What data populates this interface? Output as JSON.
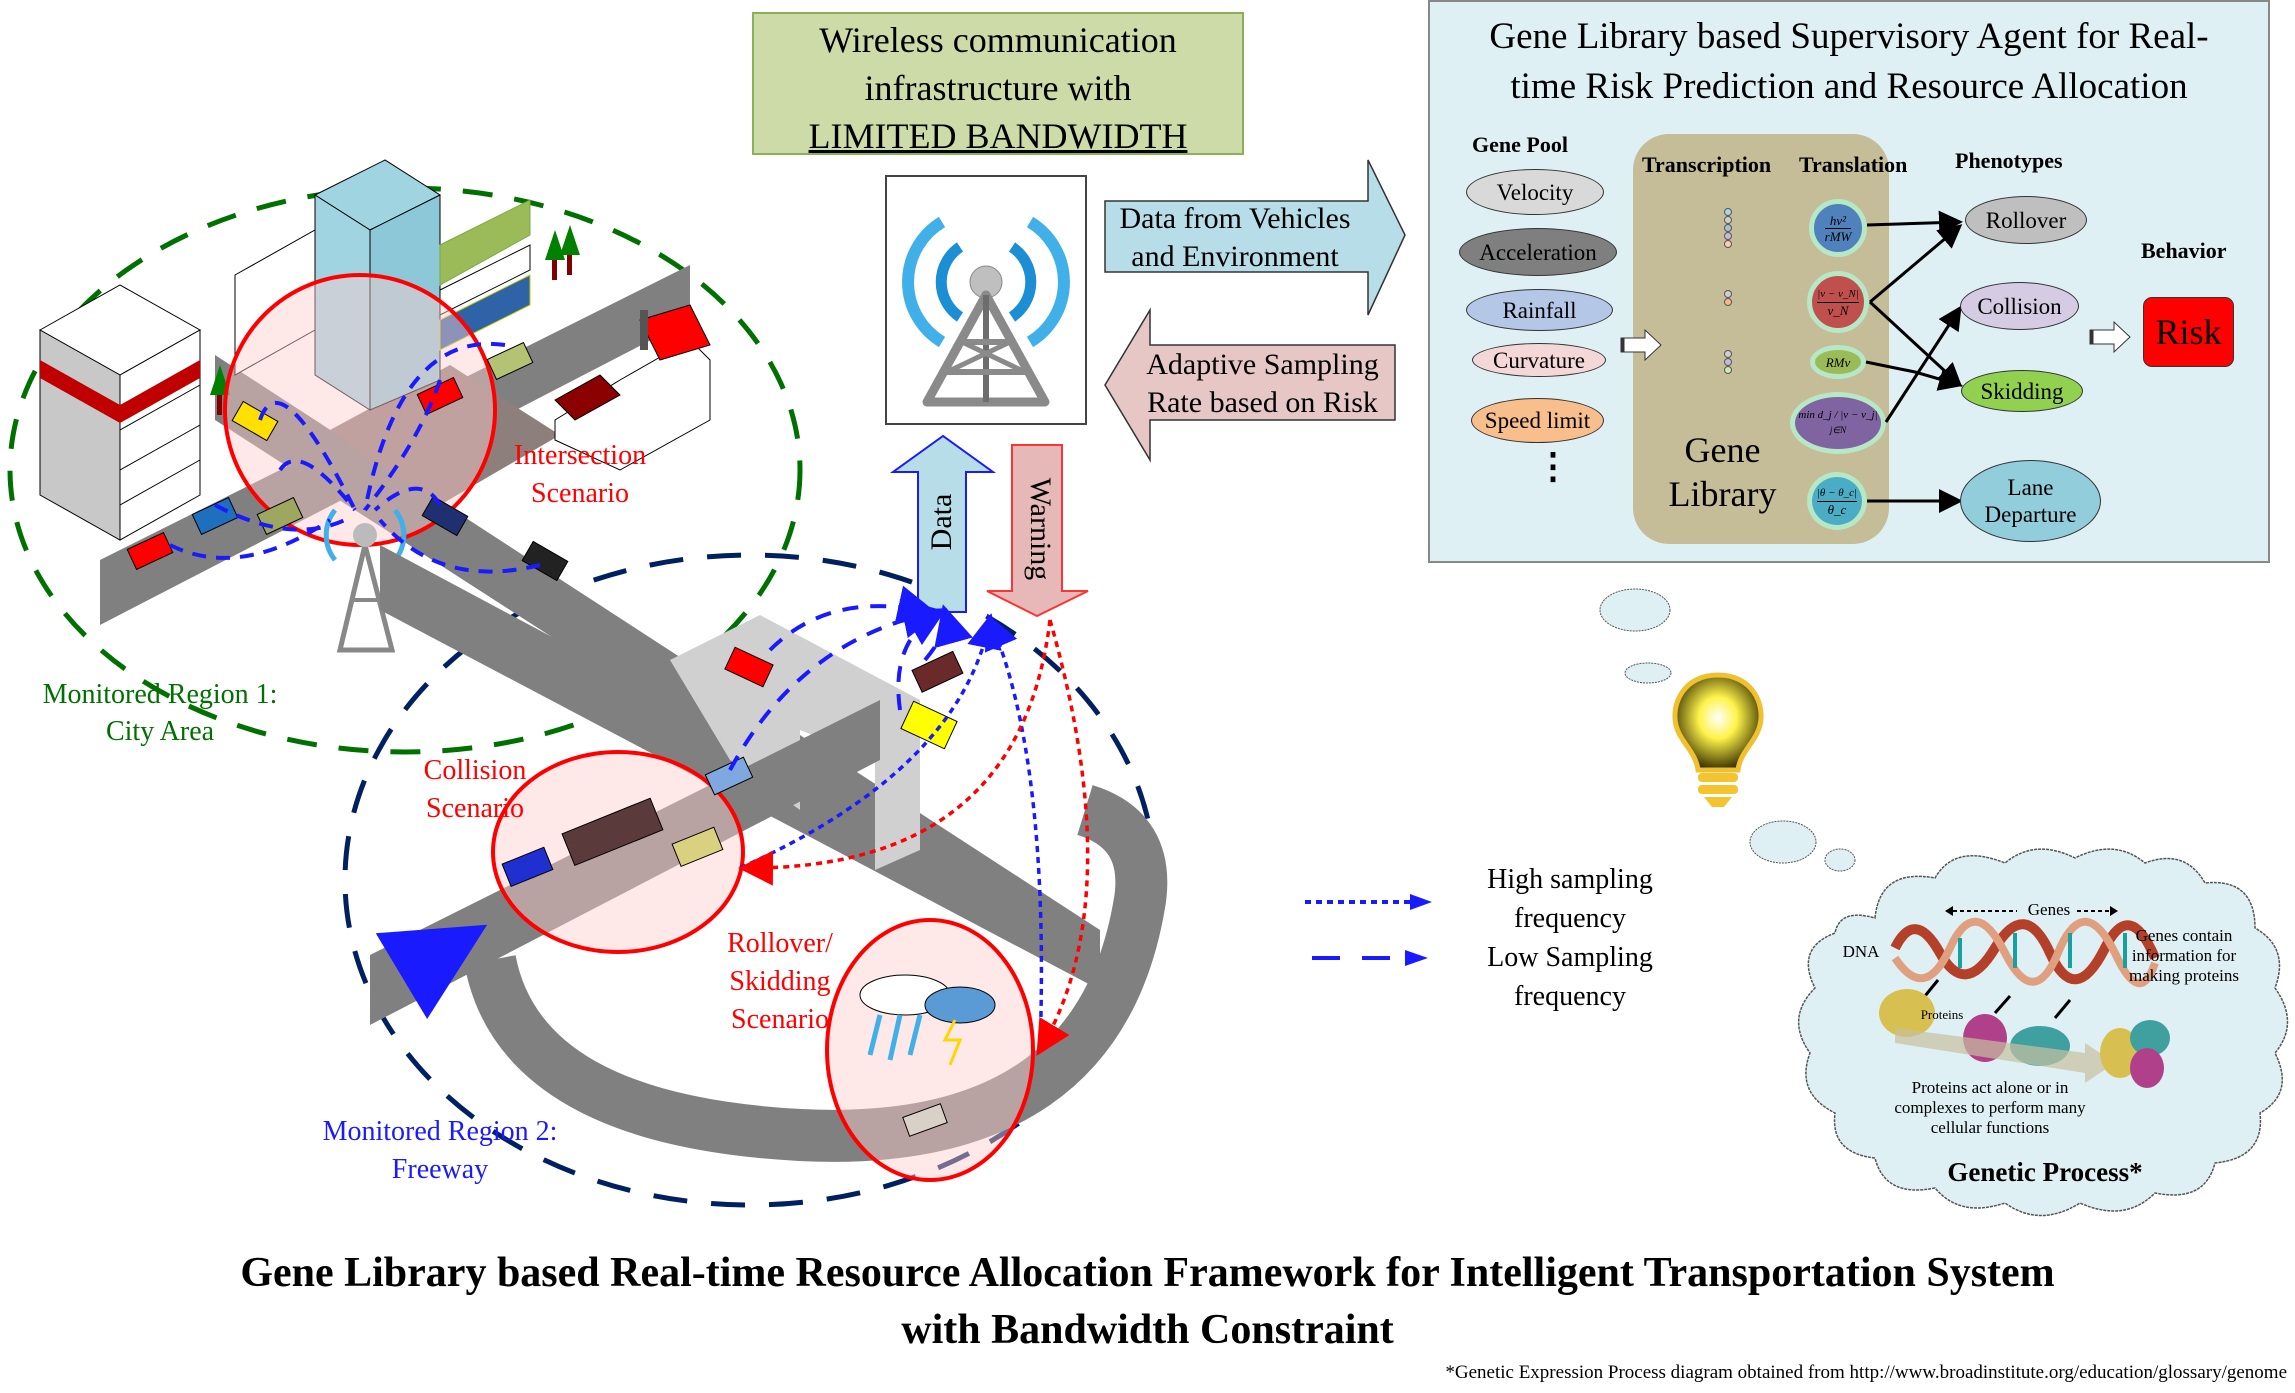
{
  "wireless": {
    "line1": "Wireless communication",
    "line2": "infrastructure with",
    "line3": "LIMITED BANDWIDTH"
  },
  "arrows": {
    "data_from_vehicles_line1": "Data from Vehicles",
    "data_from_vehicles_line2": "and Environment",
    "adaptive_line1": "Adaptive Sampling",
    "adaptive_line2": "Rate based on Risk",
    "data_up": "Data",
    "warning_down": "Warning"
  },
  "agent": {
    "title_line1": "Gene Library based Supervisory Agent for Real-",
    "title_line2": "time Risk Prediction and Resource Allocation",
    "gene_pool_header": "Gene Pool",
    "transcription_header": "Transcription",
    "translation_header": "Translation",
    "phenotypes_header": "Phenotypes",
    "behavior_header": "Behavior",
    "gene_pool": [
      {
        "label": "Velocity",
        "color": "#d9d9d9"
      },
      {
        "label": "Acceleration",
        "color": "#7f7f7f"
      },
      {
        "label": "Rainfall",
        "color": "#b4c7e7"
      },
      {
        "label": "Curvature",
        "color": "#f4d7d7"
      },
      {
        "label": "Speed limit",
        "color": "#f8be8c"
      }
    ],
    "gene_pool_more": "⋮",
    "gene_library_line1": "Gene",
    "gene_library_line2": "Library",
    "translation_genes": [
      {
        "formula_top": "hv²",
        "formula_bottom": "rMW",
        "color": "#4f81bd"
      },
      {
        "formula_top": "|v − v_N|",
        "formula_bottom": "v_N",
        "color": "#c0504d"
      },
      {
        "formula_top": "RMv",
        "formula_bottom": "",
        "color": "#9bbb59"
      },
      {
        "formula_top": "min d_j / |v − v_j|",
        "formula_bottom": "j∈N",
        "color": "#8064a2"
      },
      {
        "formula_top": "|θ − θ_c|",
        "formula_bottom": "θ_c",
        "color": "#4bacc6"
      }
    ],
    "phenotypes": [
      {
        "label": "Rollover",
        "color": "#bfbfbf"
      },
      {
        "label": "Collision",
        "color": "#d5cce4"
      },
      {
        "label": "Skidding",
        "color": "#92d050"
      },
      {
        "label": "Lane Departure",
        "color": "#92cddc"
      }
    ],
    "behavior": {
      "label": "Risk",
      "color": "#ff0000"
    }
  },
  "scene": {
    "region1_line1": "Monitored Region 1:",
    "region1_line2": "City Area",
    "region2_line1": "Monitored Region 2:",
    "region2_line2": "Freeway",
    "intersection_line1": "Intersection",
    "intersection_line2": "Scenario",
    "collision_line1": "Collision",
    "collision_line2": "Scenario",
    "rollover_line1": "Rollover/",
    "rollover_line2": "Skidding",
    "rollover_line3": "Scenario",
    "colors": {
      "region1": "#007000",
      "region2": "#002060",
      "scenario": "#ff0000",
      "high_freq": "#1a1aff",
      "warning": "#ff0000"
    }
  },
  "legend": {
    "high_line1": "High sampling",
    "high_line2": "frequency",
    "low_line1": "Low Sampling",
    "low_line2": "frequency"
  },
  "genetic": {
    "genes": "Genes",
    "dna": "DNA",
    "proteins": "Proteins",
    "genes_contain_1": "Genes contain",
    "genes_contain_2": "information for",
    "genes_contain_3": "making proteins",
    "proteins_act_1": "Proteins act alone or in",
    "proteins_act_2": "complexes to perform many",
    "proteins_act_3": "cellular functions",
    "title": "Genetic Process*"
  },
  "footer": {
    "title_line1": "Gene Library based Real-time Resource Allocation Framework for Intelligent Transportation System",
    "title_line2": "with Bandwidth Constraint",
    "footnote": "*Genetic Expression Process diagram obtained from http://www.broadinstitute.org/education/glossary/genome"
  }
}
